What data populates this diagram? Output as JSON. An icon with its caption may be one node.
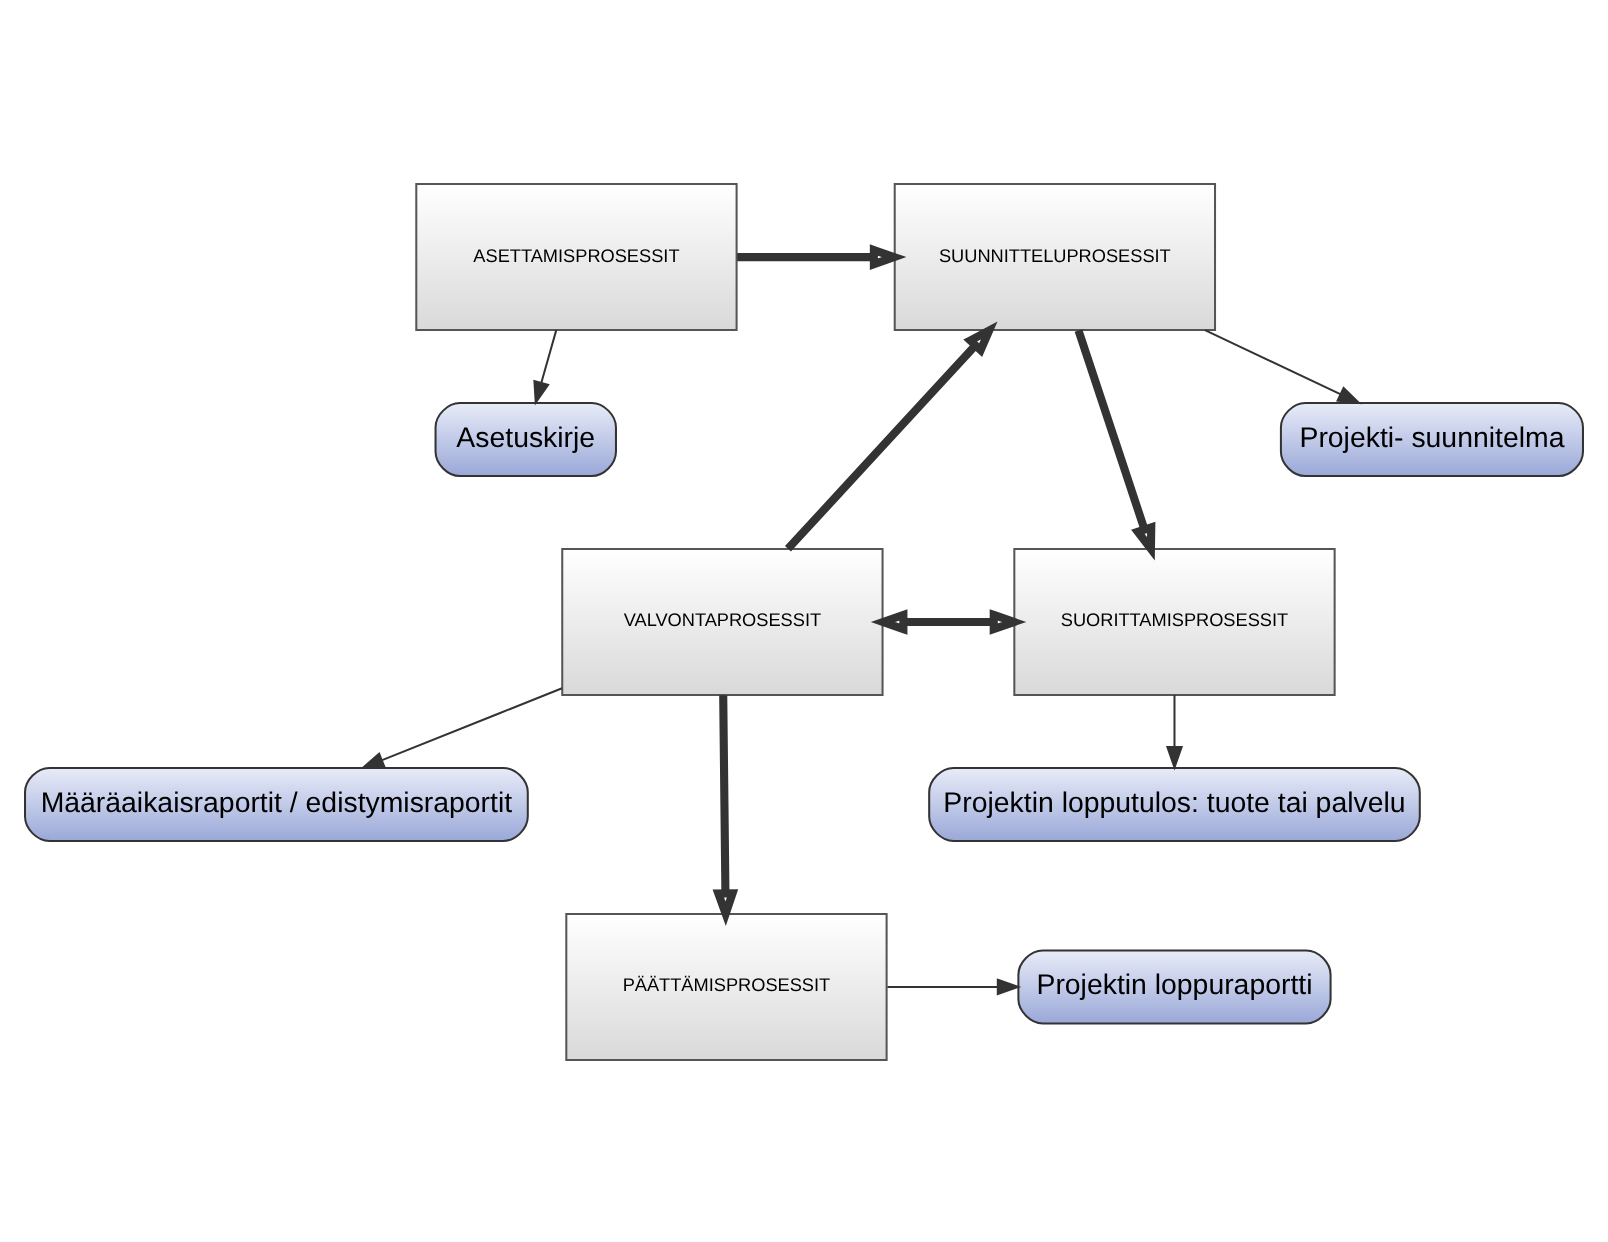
{
  "diagram": {
    "nodes": [
      {
        "text": [
          "ASETTAMISPROSESSIT"
        ]
      },
      {
        "text": [
          "SUUNNITTELUPROSESSIT"
        ]
      },
      {
        "text": [
          "Asetuskirje"
        ]
      },
      {
        "text": [
          "Projekti- suunnitelma"
        ]
      },
      {
        "text": [
          "VALVONTAPROSESSIT"
        ]
      },
      {
        "text": [
          "SUORITTAMISPROSESSIT"
        ]
      },
      {
        "text": [
          "Määräaikaisraportit / edistymisraportit"
        ]
      },
      {
        "text": [
          "Projektin lopputulos: tuote tai palvelu"
        ]
      },
      {
        "text": [
          "PÄÄTTÄMISPROSESSIT"
        ]
      },
      {
        "text": [
          "Projektin loppuraportti"
        ]
      }
    ],
    "edges": [
      {
        "from": 0,
        "to": 1,
        "arrow": "to",
        "style": "thick"
      },
      {
        "from": 0,
        "to": 2,
        "arrow": "to"
      },
      {
        "from": 1,
        "to": 3,
        "arrow": "to"
      },
      {
        "from": 1,
        "to": 5,
        "arrow": "to",
        "style": "thick"
      },
      {
        "from": 4,
        "to": 1,
        "arrow": "to",
        "style": "thick"
      },
      {
        "from": 4,
        "to": 5,
        "arrow": "both",
        "style": "thick"
      },
      {
        "from": 4,
        "to": 6,
        "arrow": "to"
      },
      {
        "from": 5,
        "to": 7,
        "arrow": "to"
      },
      {
        "from": 4,
        "to": 8,
        "arrow": "to",
        "style": "thick"
      },
      {
        "from": 8,
        "to": 9,
        "arrow": "to"
      }
    ]
  }
}
